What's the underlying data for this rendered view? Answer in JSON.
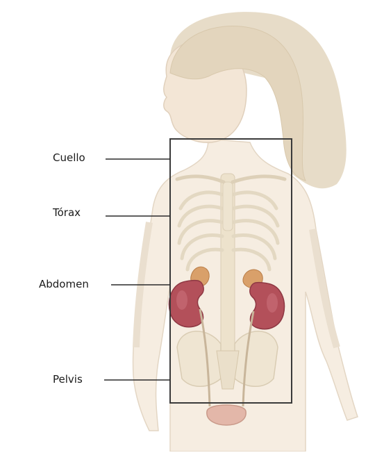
{
  "diagram": {
    "labels": [
      {
        "id": "neck",
        "text": "Cuello"
      },
      {
        "id": "chest",
        "text": "Tórax"
      },
      {
        "id": "abdomen",
        "text": "Abdomen"
      },
      {
        "id": "pelvis",
        "text": "Pelvis"
      }
    ]
  }
}
